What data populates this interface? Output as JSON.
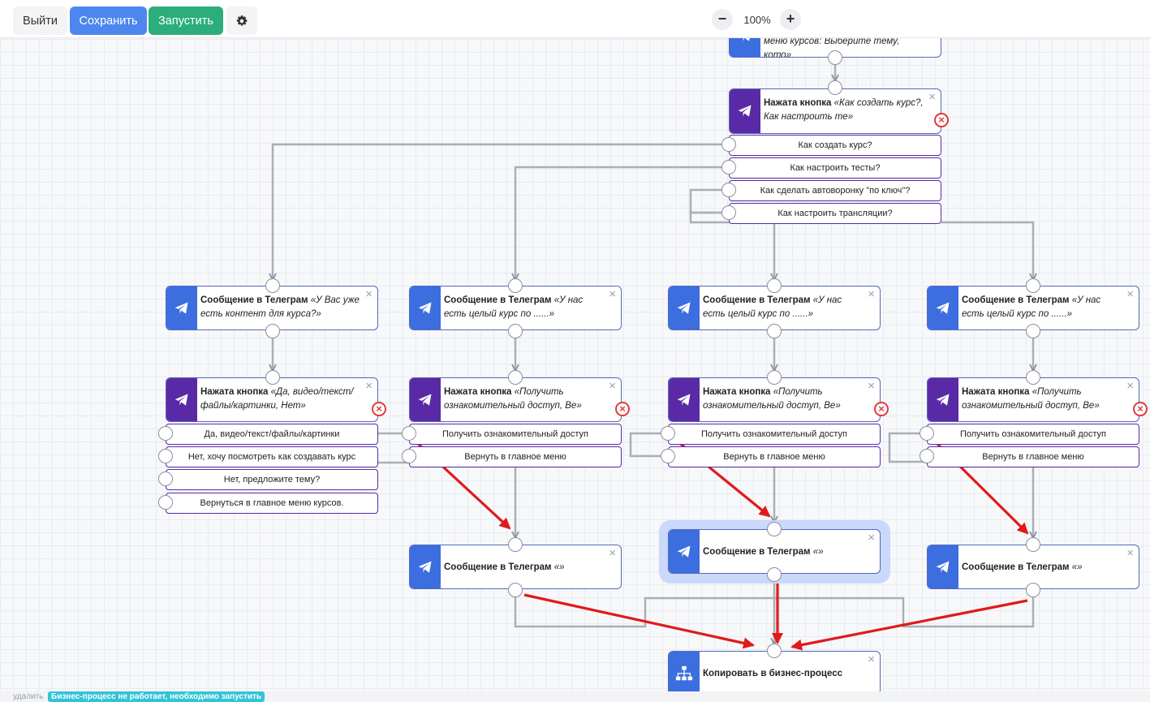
{
  "toolbar": {
    "exit_label": "Выйти",
    "save_label": "Сохранить",
    "run_label": "Запустить",
    "settings_icon": "gear-icon",
    "zoom_value": "100%",
    "zoom_out": "−",
    "zoom_in": "+"
  },
  "colors": {
    "accent_blue": "#3d6ee0",
    "accent_purple": "#5a2aa6",
    "run_green": "#2bae7c",
    "error_red": "#e0393b",
    "arrow_red": "#e01a1a"
  },
  "nodes": {
    "top_menu": {
      "text": "меню курсов: Выберите тему, кото»"
    },
    "btn_main": {
      "type": "Нажата кнопка",
      "text": "«Как создать курс?, Как настроить те»",
      "options": [
        "Как создать курс?",
        "Как настроить тесты?",
        "Как сделать автоворонку \"по ключ\"?",
        "Как настроить трансляции?"
      ]
    },
    "msg1": {
      "type": "Сообщение в Телеграм",
      "text": "«У Вас уже есть контент для курса?»"
    },
    "msg2": {
      "type": "Сообщение в Телеграм",
      "text": "«У нас есть целый курс по ......»"
    },
    "msg3": {
      "type": "Сообщение в Телеграм",
      "text": "«У нас есть целый курс по ......»"
    },
    "msg4": {
      "type": "Сообщение в Телеграм",
      "text": "«У нас есть целый курс по ......»"
    },
    "btn1": {
      "type": "Нажата кнопка",
      "text": "«Да, видео/текст/файлы/картинки, Нет»",
      "options": [
        "Да, видео/текст/файлы/картинки",
        "Нет, хочу посмотреть как создавать курс",
        "Нет, предложите тему?",
        "Вернуться в главное меню курсов."
      ]
    },
    "btn2": {
      "type": "Нажата кнопка",
      "text": "«Получить ознакомительный доступ, Ве»",
      "options": [
        "Получить ознакомительный доступ",
        "Вернуть в главное меню"
      ]
    },
    "btn3": {
      "type": "Нажата кнопка",
      "text": "«Получить ознакомительный доступ, Ве»",
      "options": [
        "Получить ознакомительный доступ",
        "Вернуть в главное меню"
      ]
    },
    "btn4": {
      "type": "Нажата кнопка",
      "text": "«Получить ознакомительный доступ, Ве»",
      "options": [
        "Получить ознакомительный доступ",
        "Вернуть в главное меню"
      ]
    },
    "msg5": {
      "type": "Сообщение в Телеграм",
      "text": "«»"
    },
    "msg6": {
      "type": "Сообщение в Телеграм",
      "text": "«»"
    },
    "msg7": {
      "type": "Сообщение в Телеграм",
      "text": "«»"
    },
    "copy": {
      "type": "Копировать в бизнес-процесс"
    }
  },
  "footer": {
    "delete_label": "удалить",
    "status_badge": "Бизнес-процесс не работает, необходимо запустить"
  }
}
